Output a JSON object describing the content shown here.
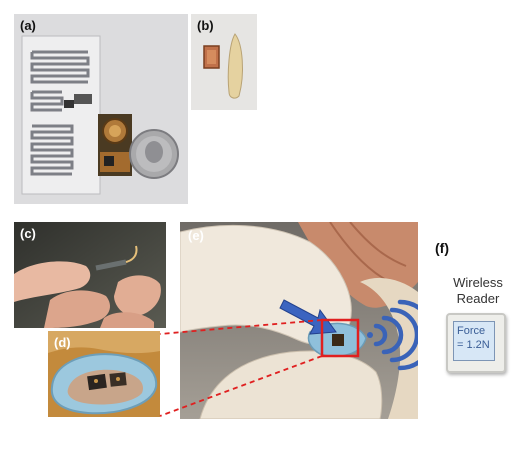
{
  "panels": {
    "a": {
      "label": "(a)"
    },
    "b": {
      "label": "(b)"
    },
    "c": {
      "label": "(c)"
    },
    "d": {
      "label": "(d)"
    },
    "e": {
      "label": "(e)"
    },
    "f": {
      "label": "(f)"
    }
  },
  "reader": {
    "title_line1": "Wireless",
    "title_line2": "Reader",
    "screen_line1": "Force",
    "screen_line2": "= 1.2N"
  },
  "colors": {
    "callout_red": "#e02020",
    "signal_blue": "#3a63b8",
    "copper": "#c0714a"
  }
}
